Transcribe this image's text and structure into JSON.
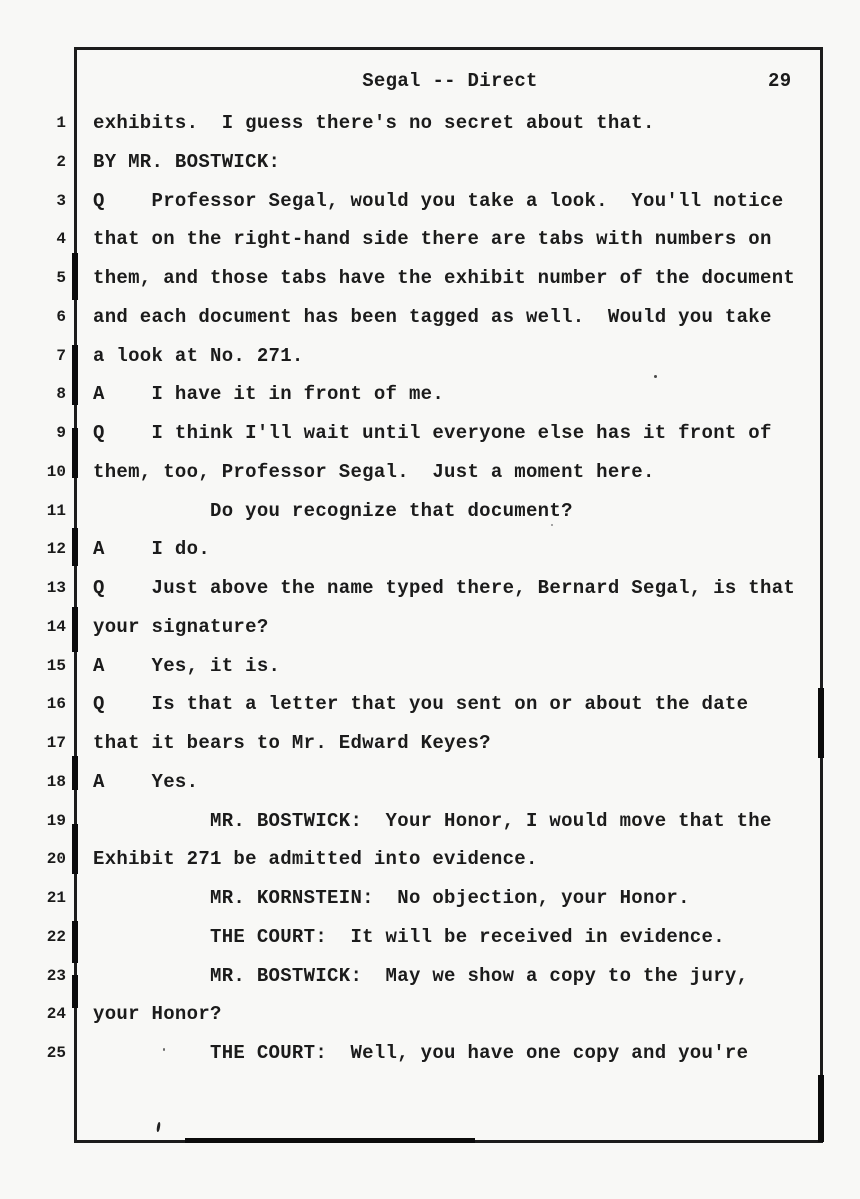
{
  "document": {
    "header": {
      "title": "Segal -- Direct",
      "page_number": "29"
    },
    "lines": [
      {
        "no": "1",
        "text": "exhibits.  I guess there's no secret about that."
      },
      {
        "no": "2",
        "text": "BY MR. BOSTWICK:"
      },
      {
        "no": "3",
        "text": "Q    Professor Segal, would you take a look.  You'll notice"
      },
      {
        "no": "4",
        "text": "that on the right-hand side there are tabs with numbers on"
      },
      {
        "no": "5",
        "text": "them, and those tabs have the exhibit number of the document"
      },
      {
        "no": "6",
        "text": "and each document has been tagged as well.  Would you take"
      },
      {
        "no": "7",
        "text": "a look at No. 271."
      },
      {
        "no": "8",
        "text": "A    I have it in front of me."
      },
      {
        "no": "9",
        "text": "Q    I think I'll wait until everyone else has it front of"
      },
      {
        "no": "10",
        "text": "them, too, Professor Segal.  Just a moment here."
      },
      {
        "no": "11",
        "text": "          Do you recognize that document?"
      },
      {
        "no": "12",
        "text": "A    I do."
      },
      {
        "no": "13",
        "text": "Q    Just above the name typed there, Bernard Segal, is that"
      },
      {
        "no": "14",
        "text": "your signature?"
      },
      {
        "no": "15",
        "text": "A    Yes, it is."
      },
      {
        "no": "16",
        "text": "Q    Is that a letter that you sent on or about the date"
      },
      {
        "no": "17",
        "text": "that it bears to Mr. Edward Keyes?"
      },
      {
        "no": "18",
        "text": "A    Yes."
      },
      {
        "no": "19",
        "text": "          MR. BOSTWICK:  Your Honor, I would move that the"
      },
      {
        "no": "20",
        "text": "Exhibit 271 be admitted into evidence."
      },
      {
        "no": "21",
        "text": "          MR. KORNSTEIN:  No objection, your Honor."
      },
      {
        "no": "22",
        "text": "          THE COURT:  It will be received in evidence."
      },
      {
        "no": "23",
        "text": "          MR. BOSTWICK:  May we show a copy to the jury,"
      },
      {
        "no": "24",
        "text": "your Honor?"
      },
      {
        "no": "25",
        "text": "          THE COURT:  Well, you have one copy and you're"
      }
    ]
  }
}
